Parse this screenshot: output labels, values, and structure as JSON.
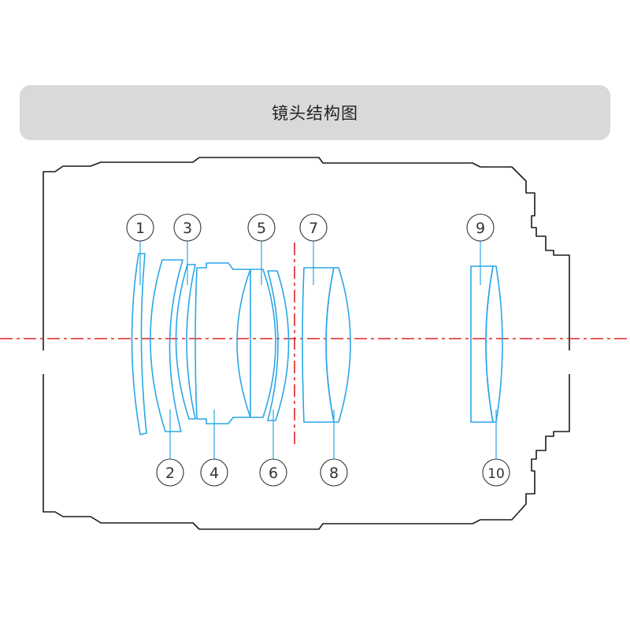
{
  "header": {
    "title": "镜头结构图"
  },
  "colors": {
    "lens": "#2aa7e6",
    "axis": "#e0202a",
    "barrel": "#1a1a1a",
    "title_bg": "#d9d9d9"
  },
  "labels": [
    "1",
    "2",
    "3",
    "4",
    "5",
    "6",
    "7",
    "8",
    "9",
    "10"
  ]
}
